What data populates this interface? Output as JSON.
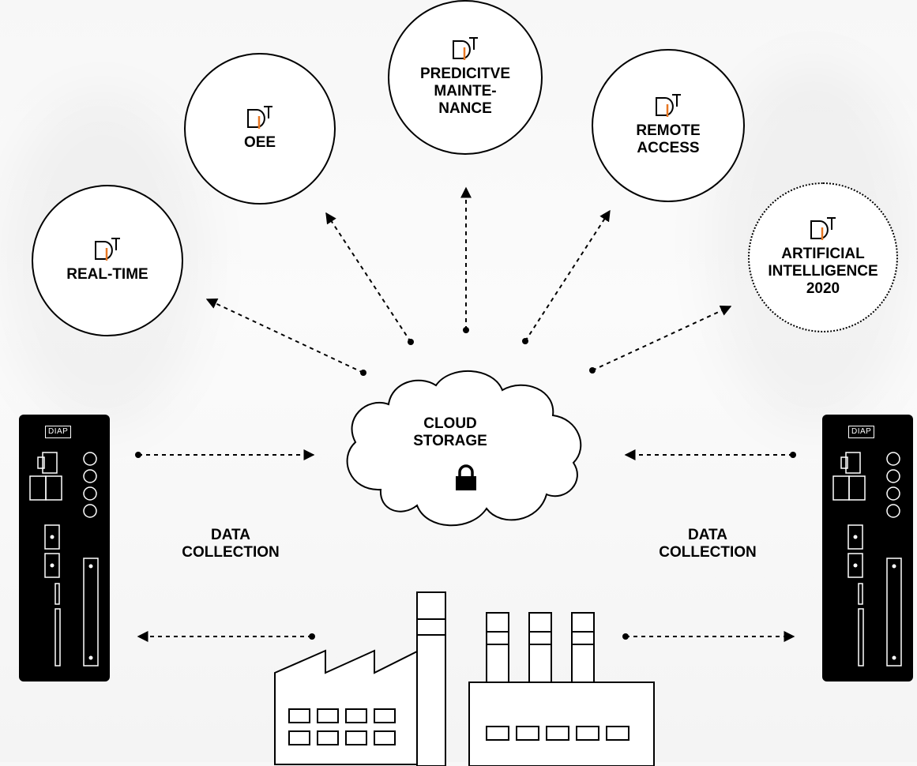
{
  "nodes": {
    "realtime": {
      "label": "REAL-TIME"
    },
    "oee": {
      "label": "OEE"
    },
    "predictive": {
      "label": "PREDICITVE\nMAINTE-\nNANCE"
    },
    "remote": {
      "label": "REMOTE\nACCESS"
    },
    "ai": {
      "label": "ARTIFICIAL\nINTELLIGENCE\n2020"
    }
  },
  "cloud": {
    "label": "CLOUD\nSTORAGE",
    "icon": "padlock-icon"
  },
  "data_collection": {
    "left_label": "DATA\nCOLLECTION",
    "right_label": "DATA\nCOLLECTION"
  },
  "devices": {
    "left": {
      "brand": "DIAP"
    },
    "right": {
      "brand": "DIAP"
    }
  },
  "icons": [
    "diap-logo-icon",
    "padlock-icon",
    "factory-icon",
    "device-icon"
  ],
  "colors": {
    "ink": "#000000",
    "accent": "#e87722",
    "background": "#f6f6f6"
  }
}
